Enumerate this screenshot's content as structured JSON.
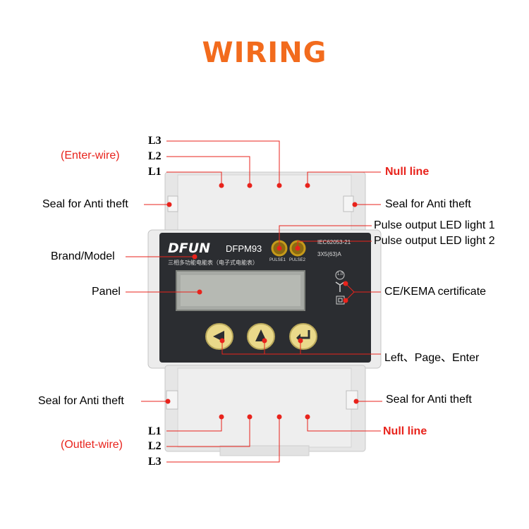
{
  "title": "WIRING",
  "device": {
    "brand": "DFUN",
    "model": "DFPM93",
    "cn_desc": "三相多功能电能表（电子式电能表）",
    "standard": "IEC62053-21",
    "rating": "3X5(63)A",
    "pulse1": "PULSE1",
    "pulse2": "PULSE2",
    "class_mark": "1.0"
  },
  "top": {
    "enter_wire": "(Enter-wire)",
    "l3": "L3",
    "l2": "L2",
    "l1": "L1",
    "null_line": "Null line",
    "seal_left": "Seal for Anti theft",
    "seal_right": "Seal for Anti theft"
  },
  "mid": {
    "pulse1_label": "Pulse output LED light 1",
    "pulse2_label": "Pulse output LED light 2",
    "brand_model": "Brand/Model",
    "panel": "Panel",
    "cert": "CE/KEMA certificate",
    "buttons": "Left、Page、Enter"
  },
  "bottom": {
    "seal_left": "Seal for Anti theft",
    "seal_right": "Seal for Anti theft",
    "l1": "L1",
    "l2": "L2",
    "l3": "L3",
    "outlet_wire": "(Outlet-wire)",
    "null_line": "Null line"
  },
  "colors": {
    "title": "#f26b1d",
    "annotation": "#e8231c",
    "housing": "#ececec",
    "panel": "#2b2d31"
  }
}
